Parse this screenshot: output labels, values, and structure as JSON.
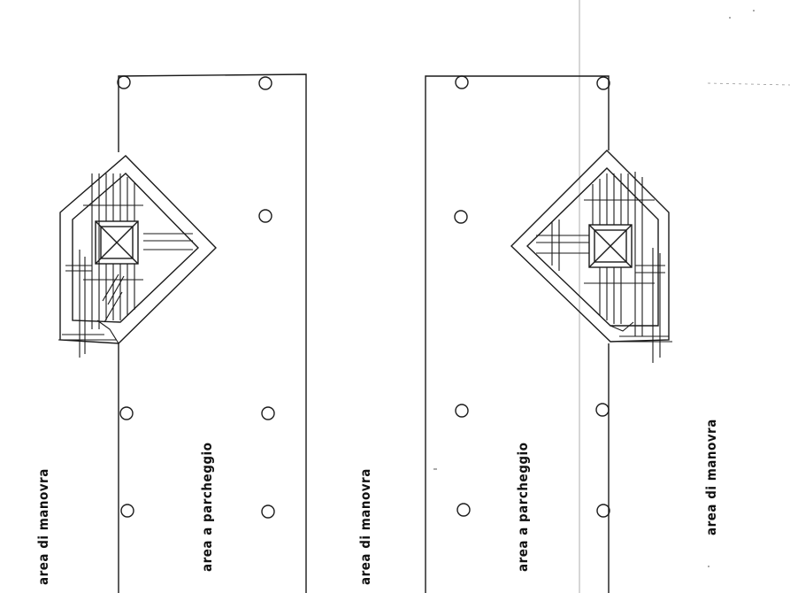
{
  "labels": {
    "left_maneuver": "area di manovra",
    "left_parking": "area a parcheggio",
    "center_maneuver": "area di manovra",
    "center_parking": "area a parcheggio",
    "right_maneuver": "area di manovra"
  },
  "colors": {
    "line": "#1a1a1a",
    "background": "#ffffff"
  }
}
